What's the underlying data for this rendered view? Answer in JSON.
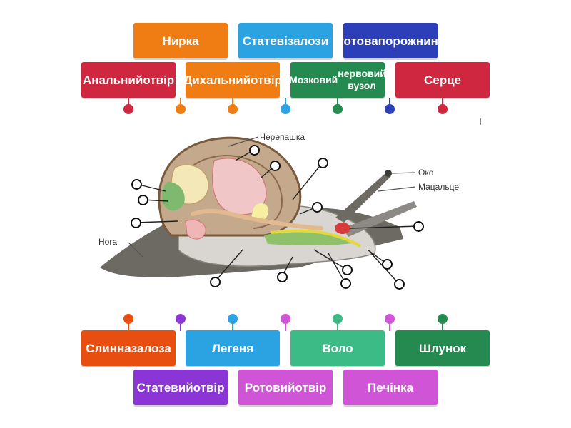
{
  "diagram_labels": {
    "shell": "Черепашка",
    "eye": "Око",
    "tentacle": "Мацальце",
    "foot": "Нога"
  },
  "top_tiles": [
    {
      "id": "kidney",
      "lines": [
        "Нирка"
      ],
      "color": "#f07d14"
    },
    {
      "id": "genital-glands",
      "lines": [
        "Статеві",
        "залози"
      ],
      "color": "#2ba3e3"
    },
    {
      "id": "oral-cavity",
      "lines": [
        "Ротова",
        "порожнина"
      ],
      "color": "#2c3fb8"
    },
    {
      "id": "anal-opening",
      "lines": [
        "Анальний",
        "отвір"
      ],
      "color": "#cf2740"
    },
    {
      "id": "respiratory-opening",
      "lines": [
        "Дихальний",
        "отвір"
      ],
      "color": "#f07d14"
    },
    {
      "id": "brain-ganglion",
      "lines": [
        "Мозковий",
        "нервовий вузол"
      ],
      "color": "#248a4f"
    },
    {
      "id": "heart",
      "lines": [
        "Серце"
      ],
      "color": "#cf2740"
    }
  ],
  "bottom_tiles": [
    {
      "id": "salivary-gland",
      "lines": [
        "Слинна",
        "залоза"
      ],
      "color": "#e84e10"
    },
    {
      "id": "lung",
      "lines": [
        "Легеня"
      ],
      "color": "#2ba3e3"
    },
    {
      "id": "crop",
      "lines": [
        "Воло"
      ],
      "color": "#3dbb86"
    },
    {
      "id": "stomach",
      "lines": [
        "Шлунок"
      ],
      "color": "#248a4f"
    },
    {
      "id": "genital-opening",
      "lines": [
        "Статевий",
        "отвір"
      ],
      "color": "#8c35d6"
    },
    {
      "id": "mouth-opening",
      "lines": [
        "Ротовий",
        "отвір"
      ],
      "color": "#cf55d6"
    },
    {
      "id": "liver",
      "lines": [
        "Печінка"
      ],
      "color": "#cf55d6"
    }
  ],
  "top_pins": [
    {
      "color": "#cf2740"
    },
    {
      "color": "#f07d14"
    },
    {
      "color": "#f07d14"
    },
    {
      "color": "#2ba3e3"
    },
    {
      "color": "#248a4f"
    },
    {
      "color": "#2c3fb8"
    },
    {
      "color": "#cf2740"
    }
  ],
  "bottom_pins": [
    {
      "color": "#e84e10"
    },
    {
      "color": "#8c35d6"
    },
    {
      "color": "#2ba3e3"
    },
    {
      "color": "#cf55d6"
    },
    {
      "color": "#3dbb86"
    },
    {
      "color": "#cf55d6"
    },
    {
      "color": "#248a4f"
    }
  ]
}
